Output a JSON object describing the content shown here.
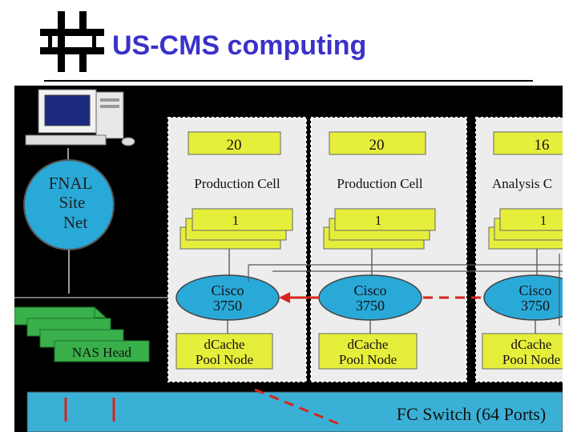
{
  "header": {
    "title": "US-CMS computing"
  },
  "diagram": {
    "site": {
      "line1": "FNAL",
      "line2": "Site",
      "line3": "Net"
    },
    "nas": {
      "label": "NAS Head"
    },
    "cells": [
      {
        "count": "20",
        "name": "Production Cell",
        "node_count": "1",
        "switch_line1": "Cisco",
        "switch_line2": "3750",
        "pool_line1": "dCache",
        "pool_line2": "Pool Node"
      },
      {
        "count": "20",
        "name": "Production Cell",
        "node_count": "1",
        "switch_line1": "Cisco",
        "switch_line2": "3750",
        "pool_line1": "dCache",
        "pool_line2": "Pool Node"
      },
      {
        "count": "16",
        "name": "Analysis C",
        "node_count": "1",
        "switch_line1": "Cisco",
        "switch_line2": "3750",
        "pool_line1": "dCache",
        "pool_line2": "Pool Node"
      }
    ],
    "fc_switch": {
      "label": "FC Switch (64 Ports)"
    },
    "colors": {
      "yellow_box": "#e6ee3c",
      "cyan_node": "#29a9d8",
      "green_nas": "#39b04a",
      "fc_bar": "#3bb0d6",
      "red_link": "#d8241c",
      "logo_blue": "#3a32c8"
    }
  }
}
